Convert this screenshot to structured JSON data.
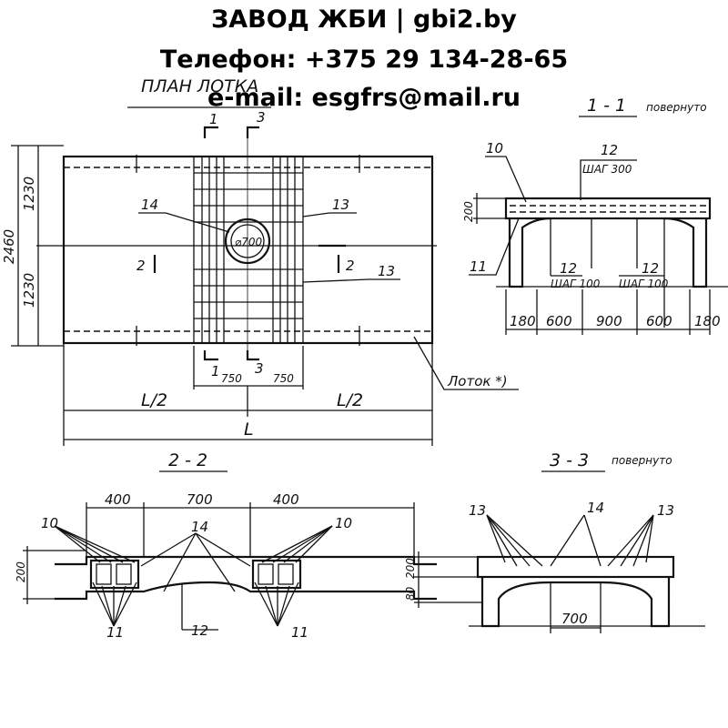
{
  "header": {
    "company": "ЗАВОД ЖБИ | gbi2.by",
    "phone": "Телефон: +375 29 134-28-65",
    "email": "e-mail: esgfrs@mail.ru"
  },
  "plan": {
    "title": "ПЛАН ЛОТКА",
    "section_mark_1": "1",
    "section_mark_3": "3",
    "dim_total_height": "2460",
    "dim_half_top": "1230",
    "dim_half_bottom": "1230",
    "callout_14": "14",
    "callout_13_upper": "13",
    "callout_13_lower": "13",
    "hole_label": "⌀700",
    "section_2_left": "2",
    "section_2_right": "2",
    "bottom_mark_1": "1",
    "bottom_mark_3": "3",
    "dim_750_left": "750",
    "dim_750_right": "750",
    "dim_half_left": "L/2",
    "dim_half_right": "L/2",
    "dim_total": "L",
    "tray_note": "Лоток *)"
  },
  "section_1_1": {
    "title": "1 - 1",
    "rotated": "повернуто",
    "callout_10": "10",
    "callout_12_top": "12",
    "step_300": "ШАГ 300",
    "dim_200": "200",
    "callout_11": "11",
    "callout_12_left": "12",
    "step_100_left": "ШАГ 100",
    "callout_12_right": "12",
    "step_100_right": "ШАГ 100",
    "dims": [
      "180",
      "600",
      "900",
      "600",
      "180"
    ]
  },
  "section_2_2": {
    "title": "2 - 2",
    "dim_400_left": "400",
    "dim_700": "700",
    "dim_400_right": "400",
    "callout_10_left": "10",
    "callout_10_right": "10",
    "callout_14": "14",
    "dim_200": "200",
    "callout_11_left": "11",
    "callout_12": "12",
    "callout_11_right": "11"
  },
  "section_3_3": {
    "title": "3 - 3",
    "rotated": "повернуто",
    "callout_13_left": "13",
    "callout_14": "14",
    "callout_13_right": "13",
    "dim_200": "200",
    "dim_80": "80",
    "dim_700": "700"
  }
}
